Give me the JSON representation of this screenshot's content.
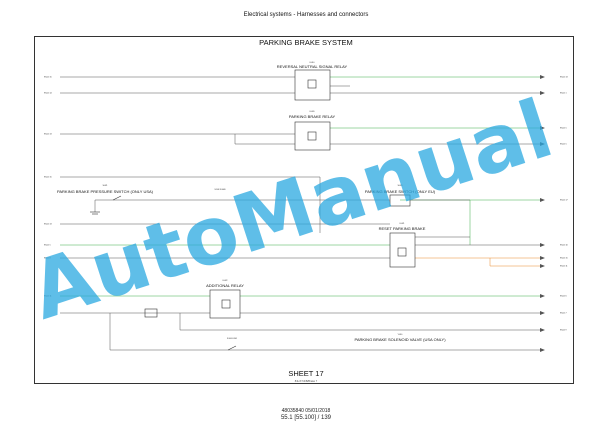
{
  "header": {
    "title": "Electrical systems - Harnesses and connectors"
  },
  "sheet": {
    "title": "PARKING BRAKE SYSTEM",
    "sheet_label": "SHEET 17",
    "sheet_ref": "84L/X7/4/B/Brake     7"
  },
  "components": {
    "reversal_relay": {
      "ref": "K-010",
      "label": "REVERSAL NEUTRAL SIGNAL RELAY"
    },
    "park_relay": {
      "ref": "K-020",
      "label": "PARKING BRAKE RELAY"
    },
    "pressure_switch": {
      "ref": "S-021",
      "label": "PARKING BRAKE PRESSURE SWITCH (ONLY USA)"
    },
    "brake_switch_eu": {
      "ref": "S-020",
      "label": "PARKING BRAKE SWITCH (ONLY EU)"
    },
    "reset_brake": {
      "ref": "K-021",
      "label": "RESET PARKING BRAKE"
    },
    "additional_relay": {
      "ref": "K-022",
      "label": "ADDITIONAL RELAY"
    },
    "solenoid_valve": {
      "ref": "Y-010",
      "label": "PARKING BRAKE SOLENOID VALVE (USA ONLY)"
    },
    "diode_ref": "X-503 X-1009",
    "diode_ref2": "X-506 X-501"
  },
  "left_refs": [
    "Sheet 15",
    "Sheet 14",
    "Sheet 13",
    "Sheet 15",
    "Sheet 13",
    "Sheet 5",
    "Sheet 8",
    "Sheet 11"
  ],
  "right_refs": [
    "Sheet 13",
    "Sheet 1",
    "Sheet 5",
    "Sheet 5",
    "Sheet 17",
    "Sheet 10",
    "Sheet 15",
    "Sheet 11",
    "Sheet 6",
    "Sheet 7",
    "Sheet 9"
  ],
  "watermark": "AutoManual",
  "footer": {
    "doc_id": "48035840 05/01/2018",
    "page": "55.1 [55.100] / 139"
  },
  "colors": {
    "watermark": "#29a8e0",
    "wire_green": "#3fae49",
    "wire_orange": "#e8892e",
    "wire": "#555555"
  }
}
